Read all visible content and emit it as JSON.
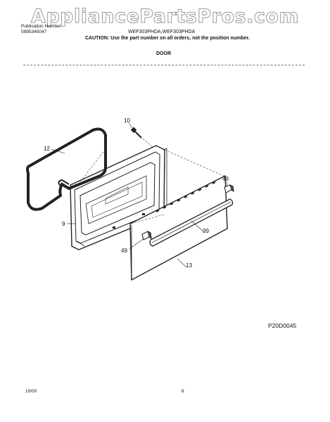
{
  "watermark": "AppliancePartsPros.com",
  "header": {
    "publication_label": "Publication Number",
    "publication_number": "5995345047",
    "models": "WEF303PHDA,WEF303PHDA",
    "caution": "CAUTION: Use the part number on all orders, not the position number.",
    "section": "DOOR"
  },
  "callouts": [
    "10",
    "12",
    "9",
    "49",
    "39",
    "49",
    "13"
  ],
  "diagram_id": "P20D0045",
  "footer": {
    "date": "10/00",
    "page": "8"
  }
}
